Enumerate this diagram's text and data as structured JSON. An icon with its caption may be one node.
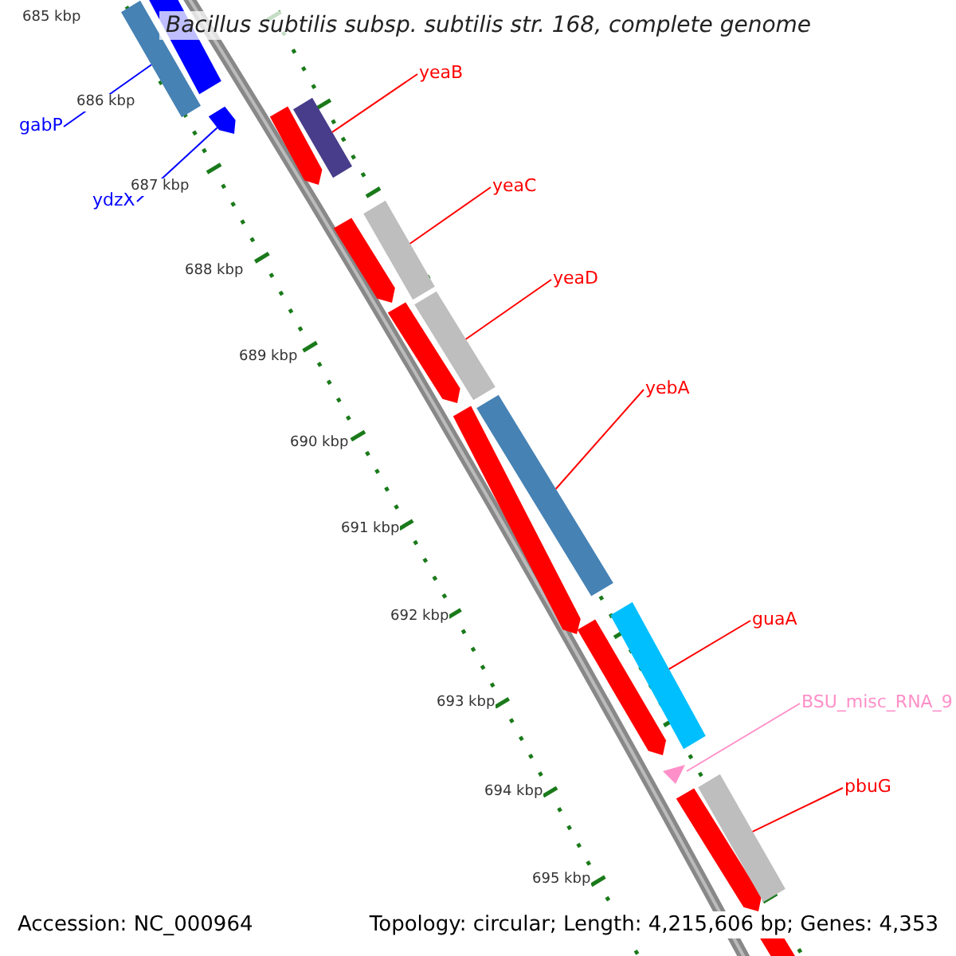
{
  "diagram": {
    "title": "Bacillus subtilis subsp. subtilis str. 168, complete genome",
    "nodes": [
      {
        "text": [
          "yeaB"
        ]
      },
      {
        "text": [
          "gabP"
        ]
      },
      {
        "text": [
          "yeaC"
        ]
      },
      {
        "text": [
          "ydzX"
        ]
      },
      {
        "text": [
          "yeaD"
        ]
      },
      {
        "text": [
          "yebA"
        ]
      },
      {
        "text": [
          "guaA"
        ]
      },
      {
        "text": [
          "BSU_misc_RNA_9"
        ]
      },
      {
        "text": [
          "pbuG"
        ]
      },
      {
        "text": [],
        "shape": "bar"
      },
      {
        "text": [],
        "shape": "bar"
      },
      {
        "text": [],
        "shape": "bar"
      },
      {
        "text": [],
        "shape": "bar"
      },
      {
        "text": [],
        "shape": "bar"
      },
      {
        "text": [],
        "shape": "bar"
      },
      {
        "text": [],
        "shape": "bar"
      },
      {
        "text": [],
        "shape": "triangle"
      },
      {
        "text": [],
        "shape": "bar"
      }
    ],
    "edges": [
      {
        "from": 0,
        "to": 10,
        "arrow": "none"
      },
      {
        "from": 1,
        "to": 9,
        "arrow": "none",
        "color": "#0000ff"
      },
      {
        "from": 2,
        "to": 12,
        "arrow": "none"
      },
      {
        "from": 3,
        "to": 11,
        "arrow": "none",
        "color": "#0000ff"
      },
      {
        "from": 4,
        "to": 13,
        "arrow": "none"
      },
      {
        "from": 5,
        "to": 14,
        "arrow": "none"
      },
      {
        "from": 6,
        "to": 15,
        "arrow": "none"
      },
      {
        "from": 7,
        "to": 16,
        "arrow": "none",
        "color": "#ff8fc8"
      },
      {
        "from": 8,
        "to": 17,
        "arrow": "none"
      }
    ],
    "labels": [
      "685 kbp",
      "686 kbp",
      "687 kbp",
      "688 kbp",
      "689 kbp",
      "690 kbp",
      "691 kbp",
      "692 kbp",
      "693 kbp",
      "694 kbp",
      "695 kbp",
      "Accession: NC_000964",
      "Topology: circular; Length: 4,215,606 bp; Genes: 4,353"
    ]
  }
}
